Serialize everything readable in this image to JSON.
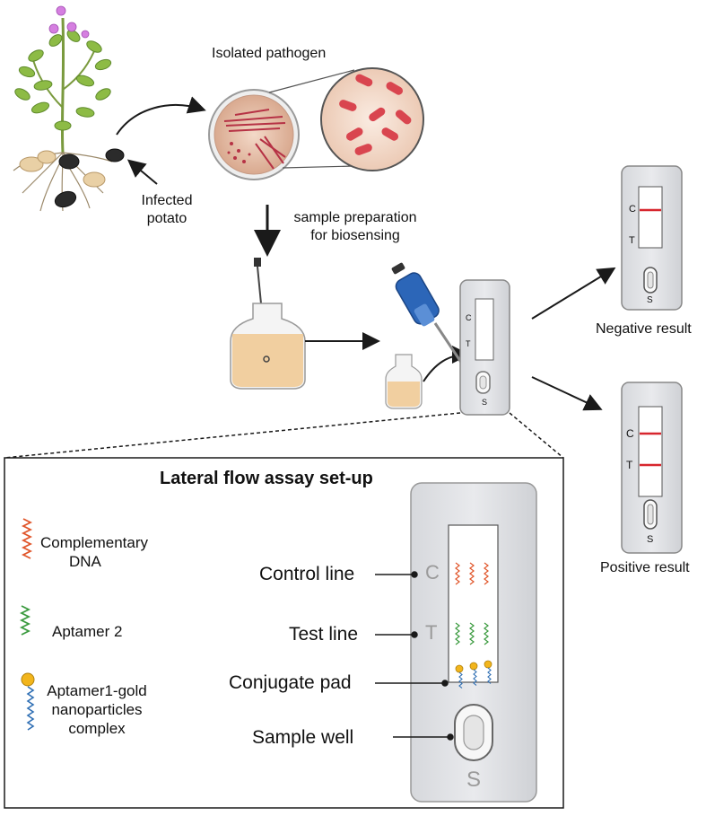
{
  "labels": {
    "isolated_pathogen": "Isolated pathogen",
    "infected_potato": [
      "Infected",
      "potato"
    ],
    "sample_prep": [
      "sample preparation",
      "for biosensing"
    ],
    "negative_result": "Negative result",
    "positive_result": "Positive result",
    "panel_title": "Lateral flow assay set-up",
    "legend": {
      "complementary_dna": [
        "Complementary",
        "DNA"
      ],
      "aptamer2": "Aptamer 2",
      "aptamer1_gold": [
        "Aptamer1-gold",
        "nanoparticles",
        "complex"
      ]
    },
    "strip_parts": {
      "control_line": "Control line",
      "test_line": "Test line",
      "conjugate_pad": "Conjugate pad",
      "sample_well": "Sample well"
    },
    "letters": {
      "c": "C",
      "t": "T",
      "s": "S"
    }
  },
  "colors": {
    "control_line": "#d7262e",
    "complementary_dna": "#e0552a",
    "aptamer2": "#3a9a3e",
    "aptamer1": "#2f6fb4",
    "gold": "#f2b51c",
    "pipette": "#2c66b8",
    "liquid": "#f1cfa0"
  }
}
